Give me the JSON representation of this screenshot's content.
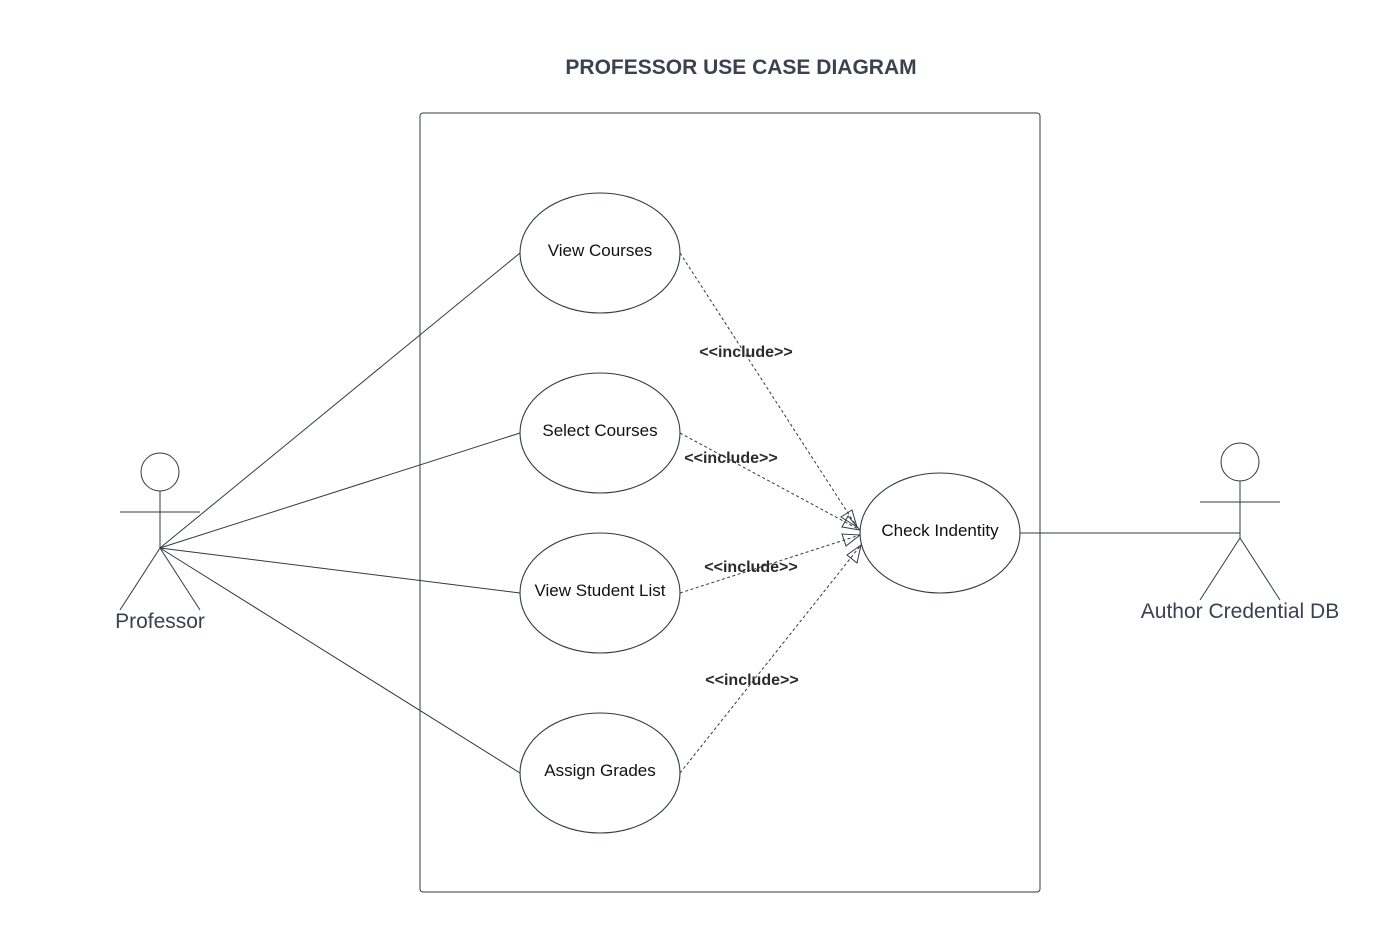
{
  "diagram": {
    "title": "PROFESSOR USE CASE DIAGRAM",
    "actors": {
      "professor": {
        "label": "Professor"
      },
      "credential_db": {
        "label": "Author Credential DB"
      }
    },
    "use_cases": {
      "view_courses": {
        "label": "View Courses"
      },
      "select_courses": {
        "label": "Select Courses"
      },
      "view_student_list": {
        "label": "View Student List"
      },
      "assign_grades": {
        "label": "Assign Grades"
      },
      "check_identity": {
        "label": "Check Indentity"
      }
    },
    "relationships": {
      "include_label": "<<include>>",
      "includes": [
        {
          "from": "View Courses",
          "to": "Check Indentity",
          "label": "<<include>>"
        },
        {
          "from": "Select Courses",
          "to": "Check Indentity",
          "label": "<<include>>"
        },
        {
          "from": "View Student List",
          "to": "Check Indentity",
          "label": "<<include>>"
        },
        {
          "from": "Assign Grades",
          "to": "Check Indentity",
          "label": "<<include>>"
        }
      ],
      "associations": [
        {
          "from": "Professor",
          "to": "View Courses"
        },
        {
          "from": "Professor",
          "to": "Select Courses"
        },
        {
          "from": "Professor",
          "to": "View Student List"
        },
        {
          "from": "Professor",
          "to": "Assign Grades"
        },
        {
          "from": "Check Indentity",
          "to": "Author Credential DB"
        }
      ]
    },
    "colors": {
      "stroke": "#333a44",
      "title": "#3a4250",
      "background": "#ffffff"
    }
  }
}
